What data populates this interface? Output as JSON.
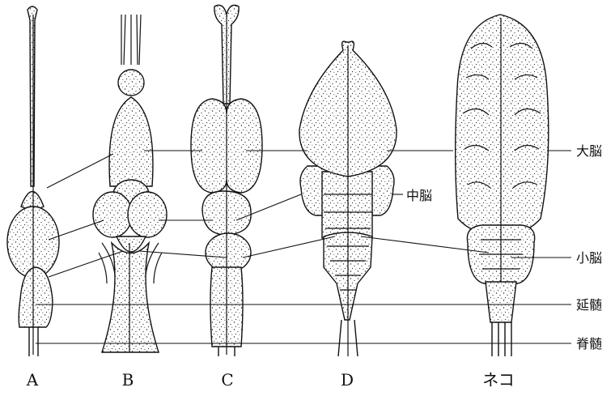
{
  "diagram": {
    "specimens": [
      {
        "caption": "A"
      },
      {
        "caption": "B"
      },
      {
        "caption": "C"
      },
      {
        "caption": "D"
      },
      {
        "caption": "ネコ"
      }
    ],
    "labels": {
      "cerebrum": "大脳",
      "midbrain": "中脳",
      "cerebellum": "小脳",
      "medulla": "延髄",
      "spinal_cord": "脊髄"
    }
  }
}
